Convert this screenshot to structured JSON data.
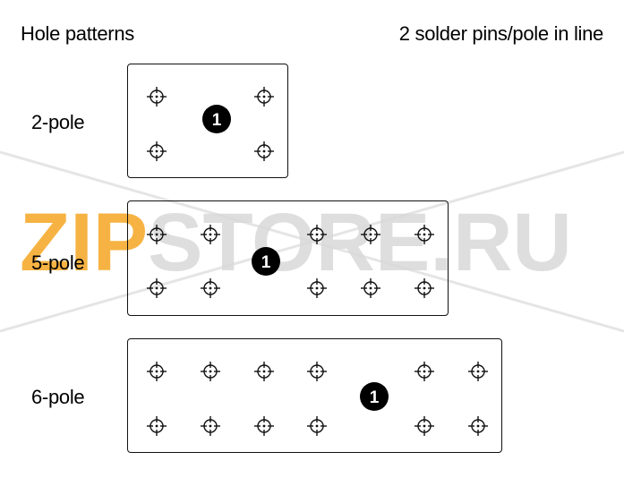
{
  "header": {
    "title_left": "Hole patterns",
    "title_right": "2 solder pins/pole in line"
  },
  "patterns": [
    {
      "label": "2-pole",
      "badge": "1"
    },
    {
      "label": "5-pole",
      "badge": "1"
    },
    {
      "label": "6-pole",
      "badge": "1"
    }
  ],
  "watermark": {
    "text_accent": "ZIP",
    "text_rest": "STORE.RU",
    "accent_color": "#f5a623",
    "rest_color": "#d9d9d9"
  },
  "colors": {
    "line": "#111111",
    "badge_fill": "#000000"
  }
}
